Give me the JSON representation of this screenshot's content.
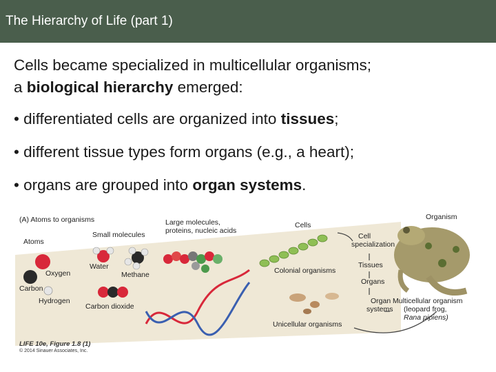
{
  "slide": {
    "title": "The Hierarchy of Life (part 1)",
    "intro_line1": "Cells became specialized in multicellular organisms;",
    "intro_line2_prefix": "a ",
    "intro_line2_bold": "biological hierarchy",
    "intro_line2_suffix": " emerged:",
    "bullets": [
      {
        "prefix": "• differentiated cells are organized into ",
        "bold": "tissues",
        "suffix": ";"
      },
      {
        "prefix": "• different tissue types form organs (e.g., a heart);",
        "bold": "",
        "suffix": ""
      },
      {
        "prefix": "• organs are grouped into ",
        "bold": "organ systems",
        "suffix": "."
      }
    ]
  },
  "figure": {
    "panel_label": "(A)  Atoms to organisms",
    "labels": {
      "atoms": "Atoms",
      "oxygen": "Oxygen",
      "carbon": "Carbon",
      "hydrogen": "Hydrogen",
      "small_molecules": "Small molecules",
      "water": "Water",
      "methane": "Methane",
      "carbon_dioxide": "Carbon dioxide",
      "large_molecules_1": "Large molecules,",
      "large_molecules_2": "proteins, nucleic acids",
      "cells": "Cells",
      "colonial": "Colonial organisms",
      "unicellular": "Unicellular organisms",
      "cell_specialization_1": "Cell",
      "cell_specialization_2": "specialization",
      "tissues": "Tissues",
      "organs": "Organs",
      "organ_systems_1": "Organ",
      "organ_systems_2": "systems",
      "organism": "Organism",
      "multicellular_1": "Multicellular organism",
      "multicellular_2": "(leopard frog,",
      "multicellular_3": "Rana pipiens)"
    },
    "caption": "LIFE 10e, Figure 1.8 (1)",
    "copyright": "© 2014 Sinauer Associates, Inc."
  },
  "colors": {
    "title_bar": "#4a5e4c",
    "oxygen": "#d8283a",
    "carbon": "#2a2a2a",
    "hydrogen": "#e6e6e6",
    "cells_green": "#8fbf55",
    "band": "#ece4cf"
  }
}
